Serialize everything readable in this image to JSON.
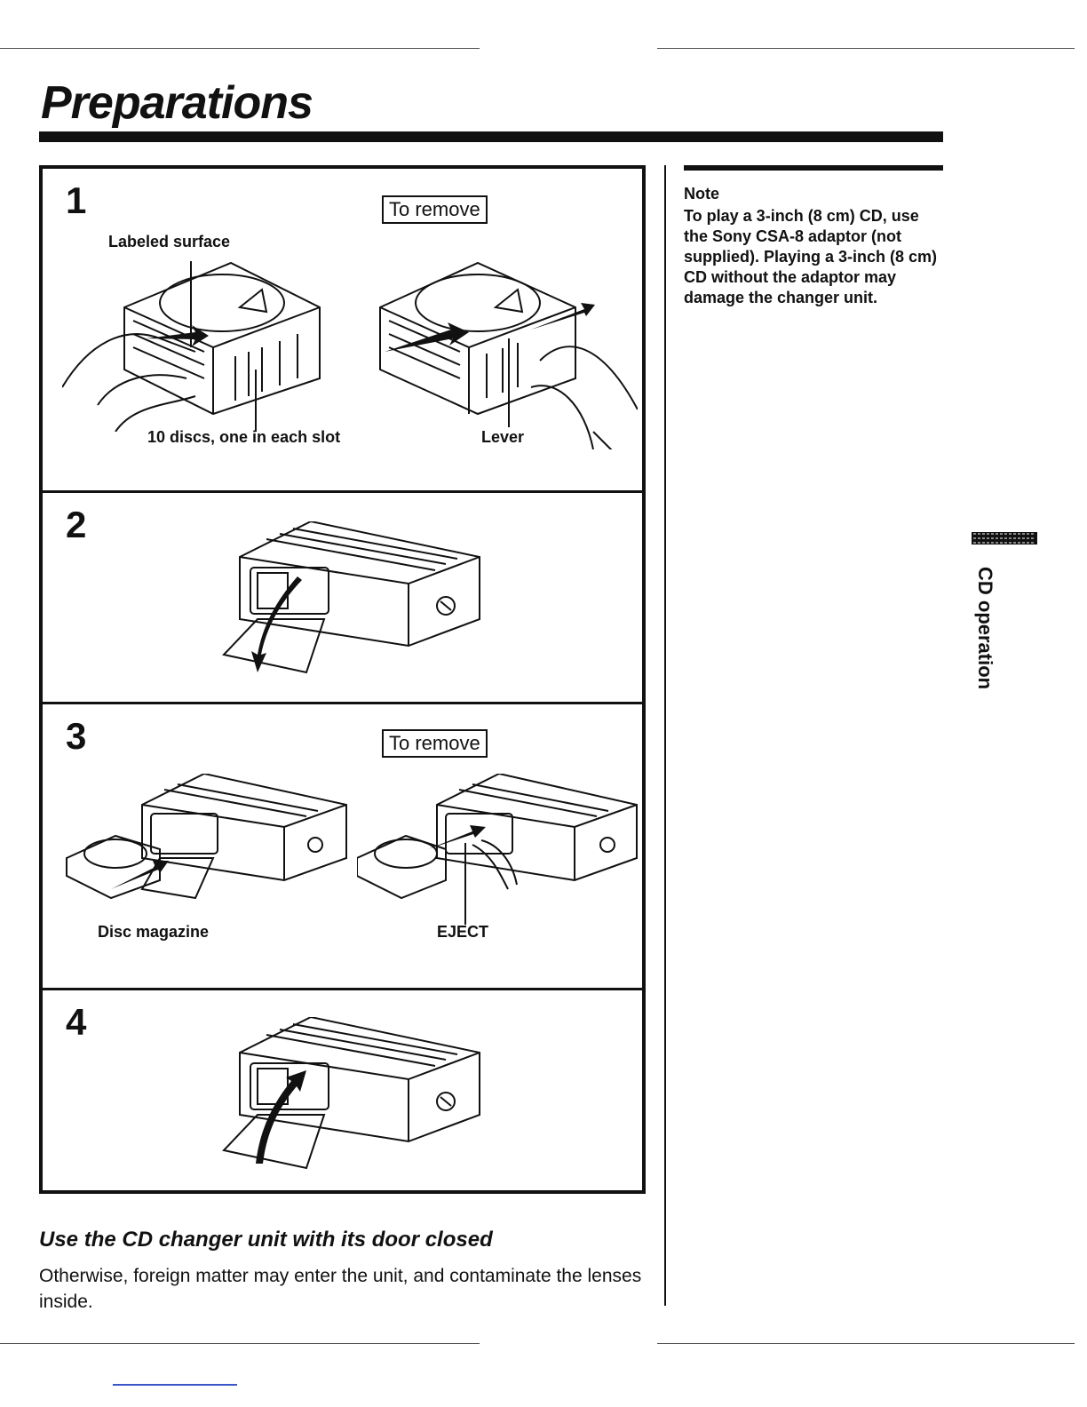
{
  "page": {
    "title": "Preparations"
  },
  "steps": [
    {
      "number": "1",
      "tag": "To remove",
      "labels": {
        "labeled_surface": "Labeled surface",
        "discs": "10 discs, one in each slot",
        "lever": "Lever"
      }
    },
    {
      "number": "2"
    },
    {
      "number": "3",
      "tag": "To remove",
      "labels": {
        "disc_magazine": "Disc magazine",
        "eject": "EJECT"
      }
    },
    {
      "number": "4"
    }
  ],
  "note": {
    "title": "Note",
    "text": "To play a 3-inch (8 cm) CD, use the Sony CSA-8 adaptor (not supplied). Playing a 3-inch (8 cm) CD without the adaptor may damage the changer unit."
  },
  "side_tab": {
    "label": "CD operation"
  },
  "caution": {
    "heading": "Use the CD changer unit with its door closed",
    "text": "Otherwise, foreign matter may enter the unit, and contaminate the lenses inside."
  }
}
